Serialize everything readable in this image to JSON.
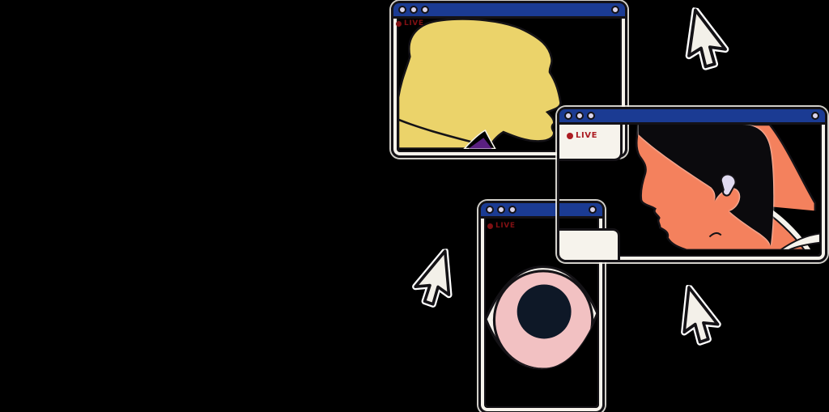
{
  "background": "#000000",
  "colors": {
    "titlebar_blue": "#1b3b93",
    "outline_black": "#141216",
    "frame_white": "#f6f3ec",
    "window_button_lavender": "#d9d3ea",
    "live_red": "#ac1c22",
    "live_red_dark": "#801013",
    "face_yellow": "#ebd36a",
    "collar_purple": "#5a2080",
    "skin_coral": "#f4815d",
    "hair_black": "#0b0a0d",
    "iris_pink": "#f2c1c2",
    "pupil_navy": "#0e1827",
    "earbud_lavender": "#e0daf0"
  },
  "windows": {
    "yellow_profile": {
      "live_label": "LIVE"
    },
    "coral_profile": {
      "live_label": "LIVE"
    },
    "eye": {
      "live_label": "LIVE"
    }
  },
  "icons": {
    "window_buttons": "circle-window-button",
    "live_dot": "record-dot-icon",
    "cursors": [
      "arrow-cursor-top-right",
      "arrow-cursor-mid-left-mirrored",
      "arrow-cursor-bottom-right"
    ]
  }
}
